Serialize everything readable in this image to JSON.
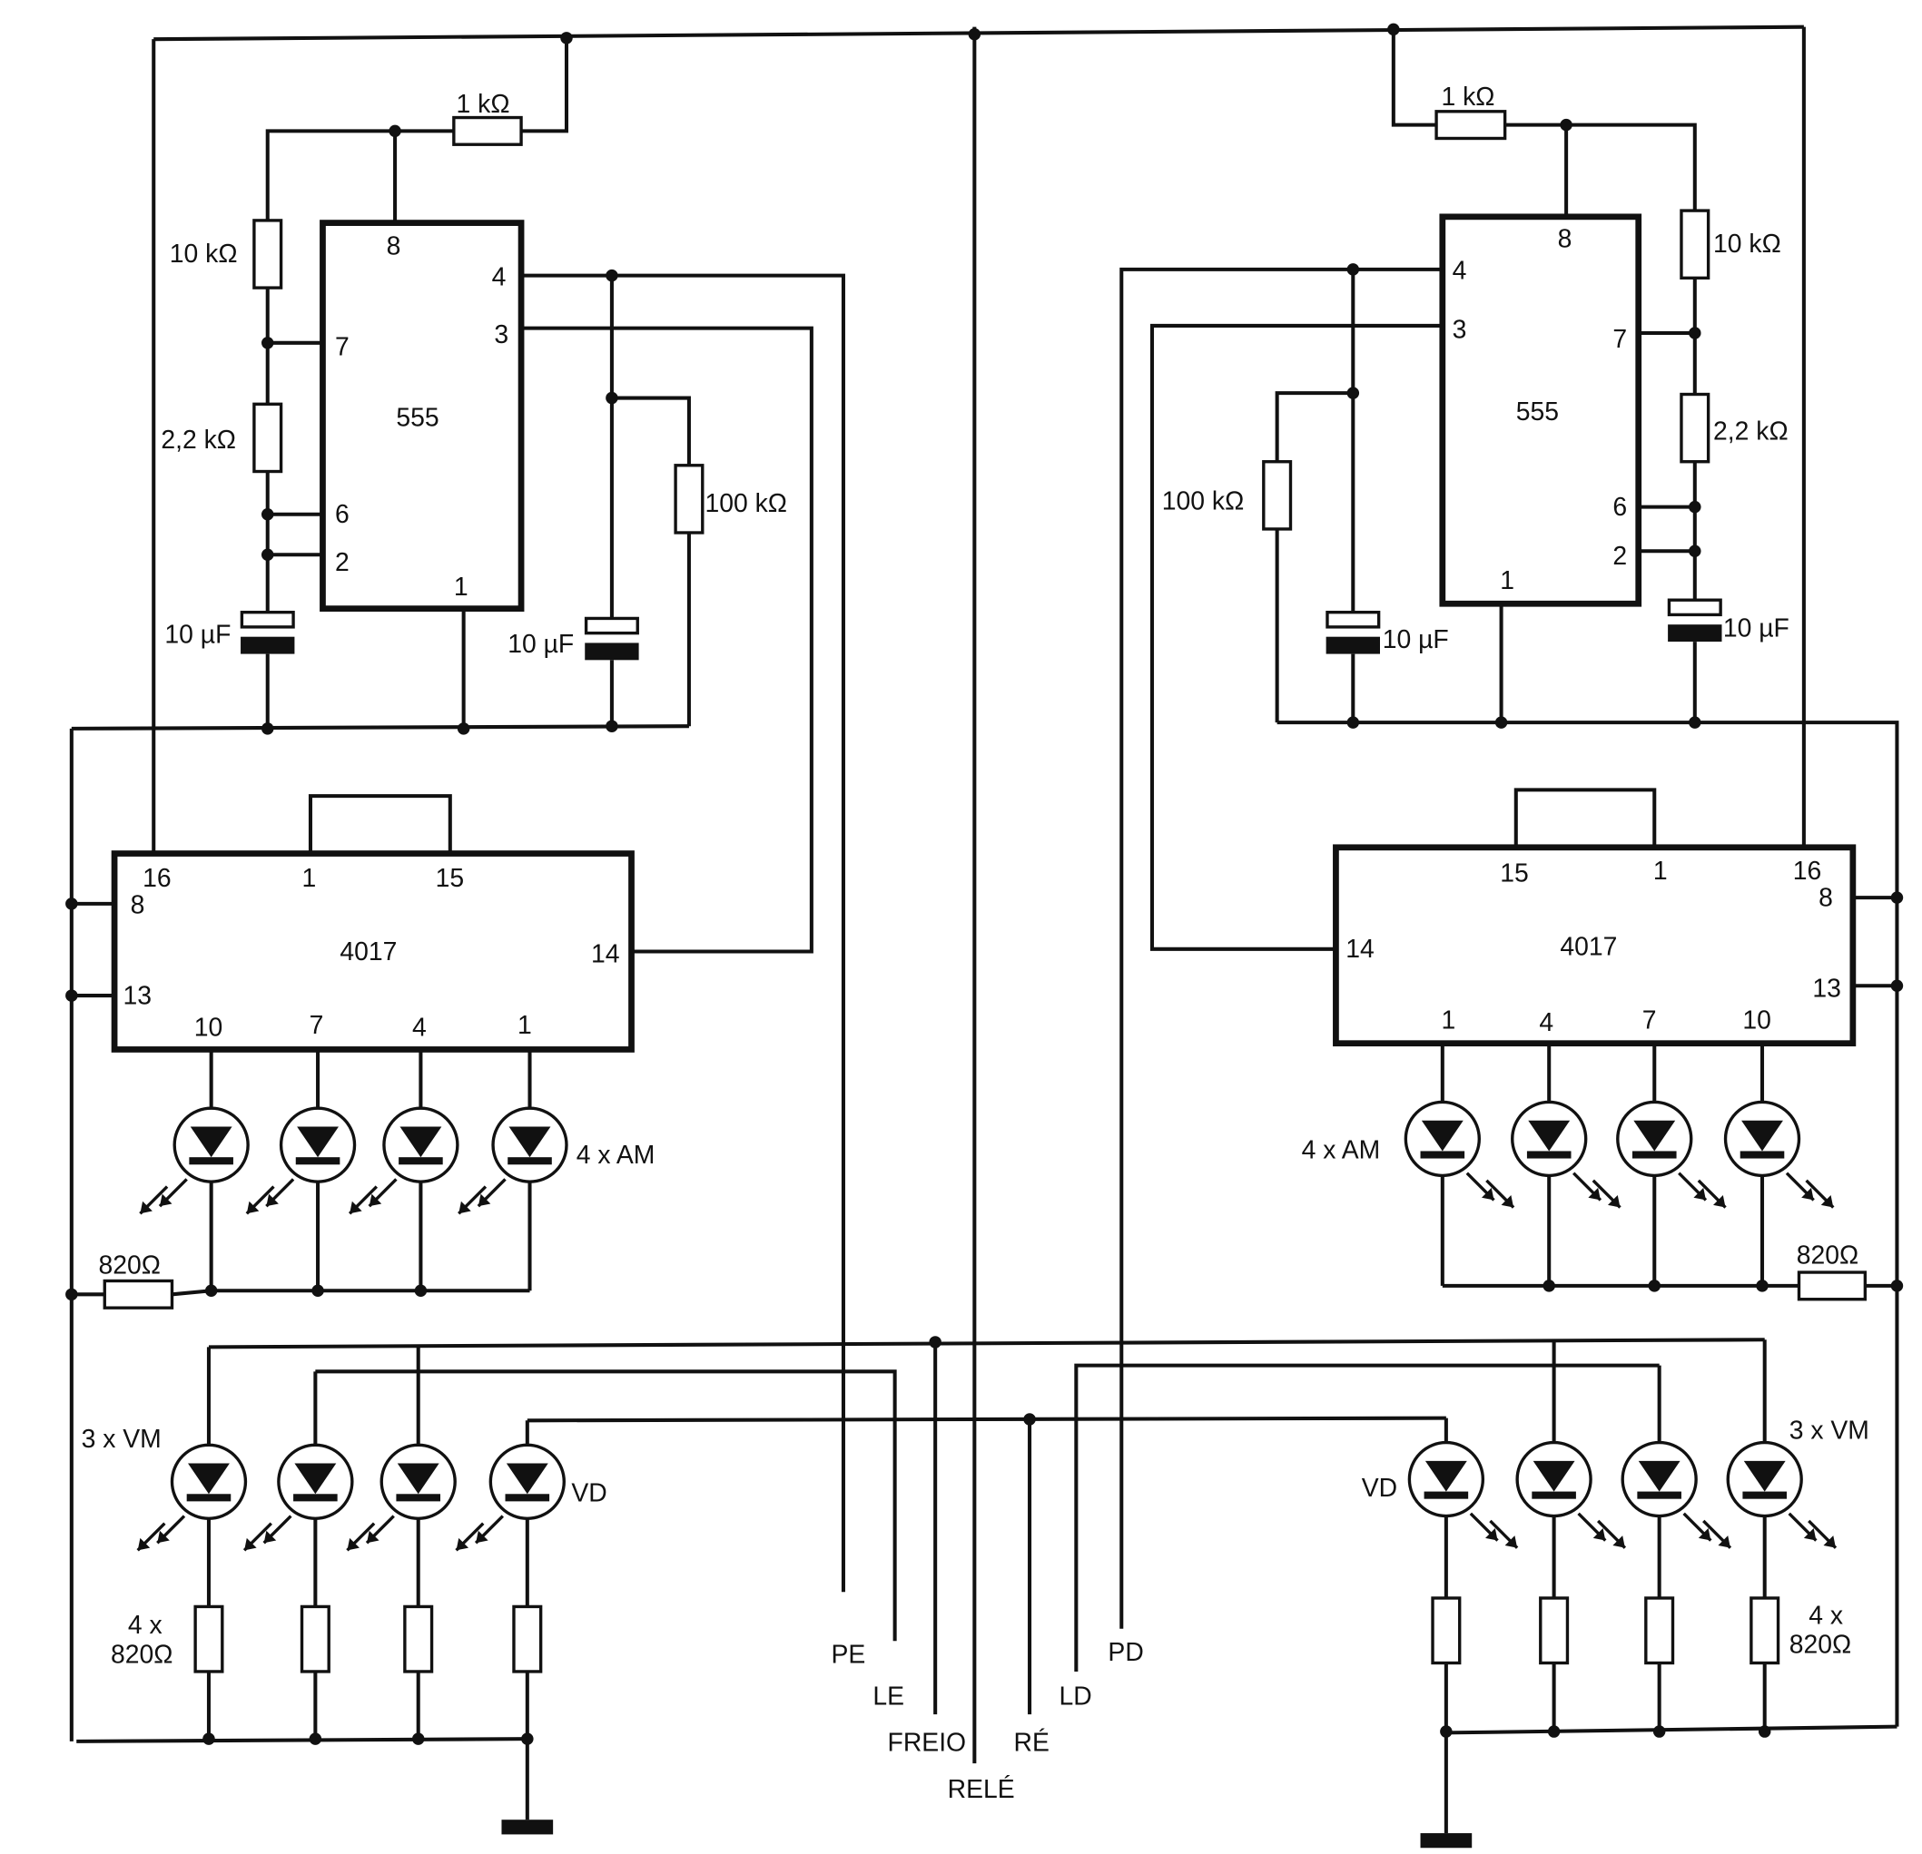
{
  "left": {
    "r_top": "1 kΩ",
    "r_timing1": "10 kΩ",
    "r_timing2": "2,2 kΩ",
    "c_timing": "10 µF",
    "c_reset": "10 µF",
    "r_reset": "100 kΩ",
    "timer": "555",
    "counter": "4017",
    "timer_pins": {
      "p8": "8",
      "p4": "4",
      "p3": "3",
      "p7": "7",
      "p6": "6",
      "p2": "2",
      "p1": "1"
    },
    "counter_pins": {
      "p16": "16",
      "p8": "8",
      "p13": "13",
      "p1top": "1",
      "p15": "15",
      "p14": "14",
      "p10": "10",
      "p7": "7",
      "p4": "4",
      "p1": "1"
    },
    "led_amber": "4 x AM",
    "r_amber": "820Ω",
    "led_red": "3 x VM",
    "led_green": "VD",
    "r_bottom_count": "4 x",
    "r_bottom_value": "820Ω"
  },
  "right": {
    "r_top": "1 kΩ",
    "r_timing1": "10 kΩ",
    "r_timing2": "2,2 kΩ",
    "c_timing": "10 µF",
    "c_reset": "10 µF",
    "r_reset": "100 kΩ",
    "timer": "555",
    "counter": "4017",
    "timer_pins": {
      "p8": "8",
      "p4": "4",
      "p3": "3",
      "p7": "7",
      "p6": "6",
      "p2": "2",
      "p1": "1"
    },
    "counter_pins": {
      "p16": "16",
      "p8": "8",
      "p13": "13",
      "p1top": "1",
      "p15": "15",
      "p14": "14",
      "p10": "10",
      "p7": "7",
      "p4": "4",
      "p1": "1"
    },
    "led_amber": "4 x AM",
    "r_amber": "820Ω",
    "led_red": "3 x VM",
    "led_green": "VD",
    "r_bottom_count": "4 x",
    "r_bottom_value": "820Ω"
  },
  "signals": {
    "pe": "PE",
    "le": "LE",
    "freio": "FREIO",
    "rele": "RELÉ",
    "re": "RÉ",
    "ld": "LD",
    "pd": "PD"
  }
}
